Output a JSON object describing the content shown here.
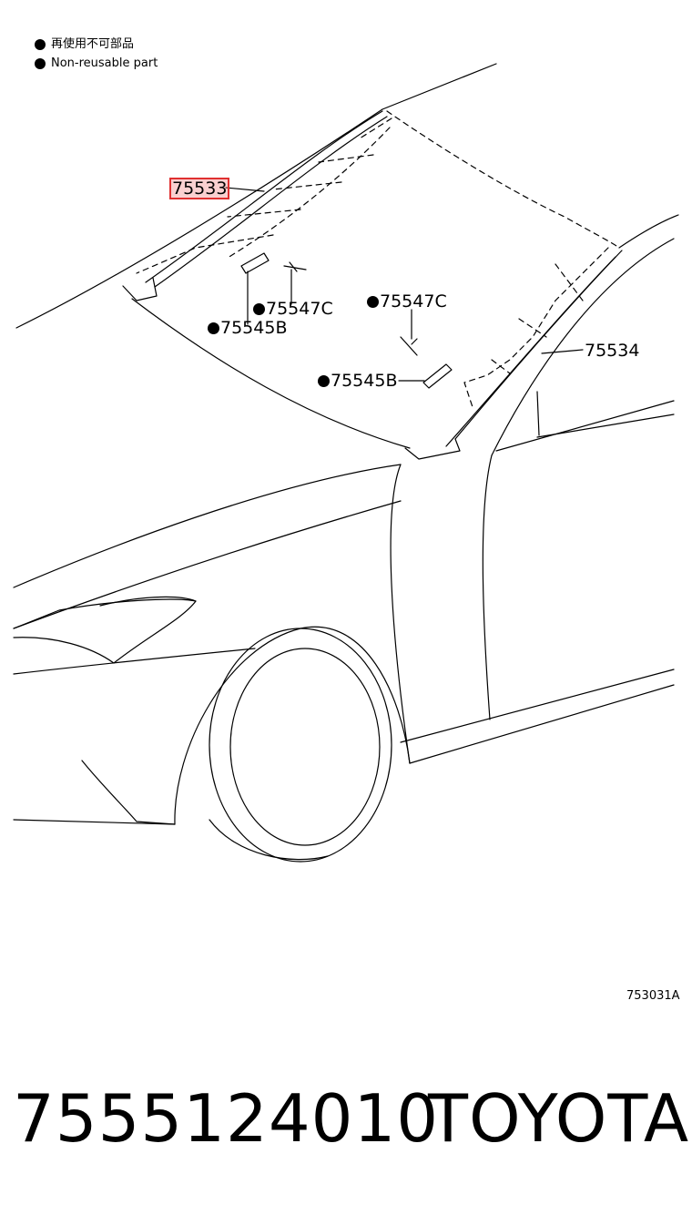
{
  "legend": {
    "items": [
      {
        "icon": "bullet-dot-icon",
        "label": "再使用不可部品"
      },
      {
        "icon": "bullet-dot-icon",
        "label": "Non-reusable part"
      }
    ]
  },
  "callouts": {
    "c75533": {
      "label": "75533",
      "highlighted": true,
      "highlight_color": "#e03030"
    },
    "c75547c_left": {
      "label": "75547C",
      "non_reusable": true
    },
    "c75545b_left": {
      "label": "75545B",
      "non_reusable": true
    },
    "c75547c_right": {
      "label": "75547C",
      "non_reusable": true
    },
    "c75545b_right": {
      "label": "75545B",
      "non_reusable": true
    },
    "c75534": {
      "label": "75534"
    }
  },
  "diagram_code": "753031A",
  "footer": {
    "part_number": "7555124010",
    "brand": "TOYOTA"
  }
}
